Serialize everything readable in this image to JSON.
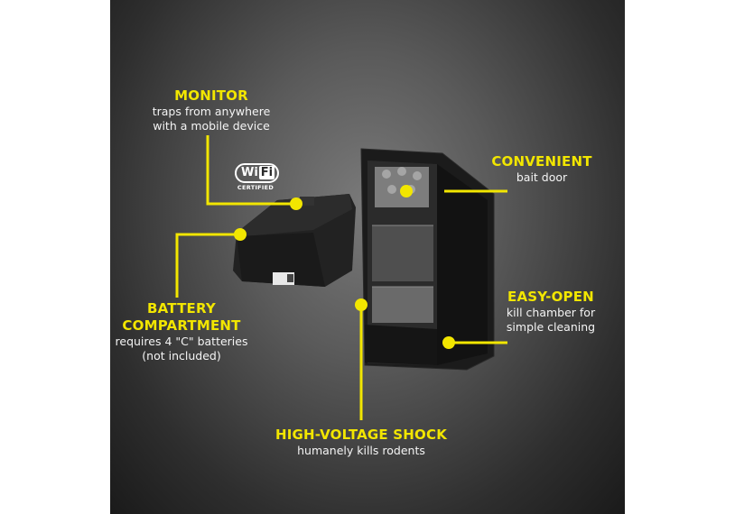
{
  "callouts": {
    "monitor": {
      "title": "MONITOR",
      "desc": [
        "traps from anywhere",
        "with a mobile device"
      ]
    },
    "convenient": {
      "title": "CONVENIENT",
      "desc": [
        "bait door"
      ]
    },
    "battery": {
      "title": [
        "BATTERY",
        "COMPARTMENT"
      ],
      "desc": [
        "requires 4 \"C\" batteries",
        "(not included)"
      ]
    },
    "easy_open": {
      "title": "EASY-OPEN",
      "desc": [
        "kill chamber for",
        "simple cleaning"
      ]
    },
    "shock": {
      "title": "HIGH-VOLTAGE SHOCK",
      "desc": [
        "humanely kills rodents"
      ]
    }
  },
  "wifi_badge": {
    "wi": "Wi",
    "fi": "Fi",
    "certified": "CERTIFIED"
  },
  "colors": {
    "accent": "#f2e600",
    "background": "#4a4a4a",
    "device": "#1c1c1c"
  }
}
